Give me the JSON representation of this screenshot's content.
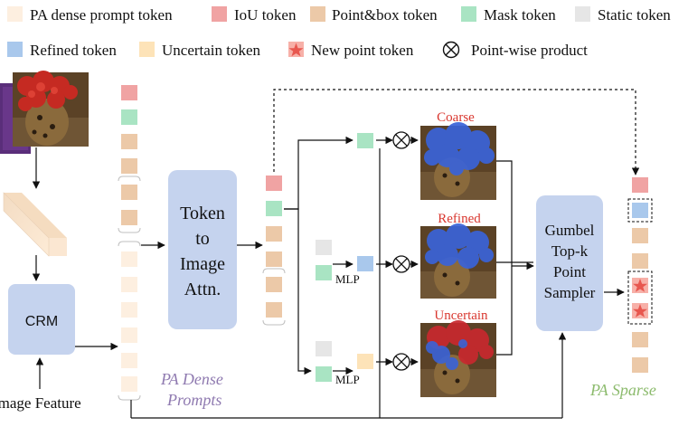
{
  "legend": {
    "row1": [
      {
        "label": "PA dense prompt token",
        "color": "#fdefe0"
      },
      {
        "label": "IoU token",
        "color": "#f0a3a3"
      },
      {
        "label": "Point&box token",
        "color": "#ecc9a8"
      },
      {
        "label": "Mask token",
        "color": "#a9e4c3"
      },
      {
        "label": "Static token",
        "color": "#e6e6e6"
      }
    ],
    "row2": [
      {
        "label": "Refined token",
        "color": "#a9c8ec"
      },
      {
        "label": "Uncertain token",
        "color": "#fde3b8"
      },
      {
        "label": "New point token",
        "color": "#f08585",
        "icon": "star-icon"
      },
      {
        "label": "Point-wise product",
        "icon": "circle-times-icon"
      }
    ]
  },
  "blocks": {
    "crm": "CRM",
    "token_to_image": [
      "Token",
      "to",
      "Image",
      "Attn."
    ],
    "sampler": [
      "Gumbel",
      "Top-k",
      "Point",
      "Sampler"
    ],
    "mlp_top": "MLP",
    "mlp_bottom": "MLP"
  },
  "inputs": {
    "image_feature": "Image Feature"
  },
  "outputs": {
    "coarse": "Coarse",
    "refined": "Refined",
    "uncertain": "Uncertain"
  },
  "captions": {
    "pa_dense": [
      "PA Dense",
      "Prompts"
    ],
    "pa_sparse": "PA Sparse"
  },
  "colors": {
    "block_fill": "#c5d3ee",
    "output_title": "#d9372f",
    "pa_dense_caption": "#8f7ab0",
    "pa_sparse_caption": "#8cbb6d",
    "mask_blue": "#3a63d8",
    "mask_red": "#c8282e"
  }
}
